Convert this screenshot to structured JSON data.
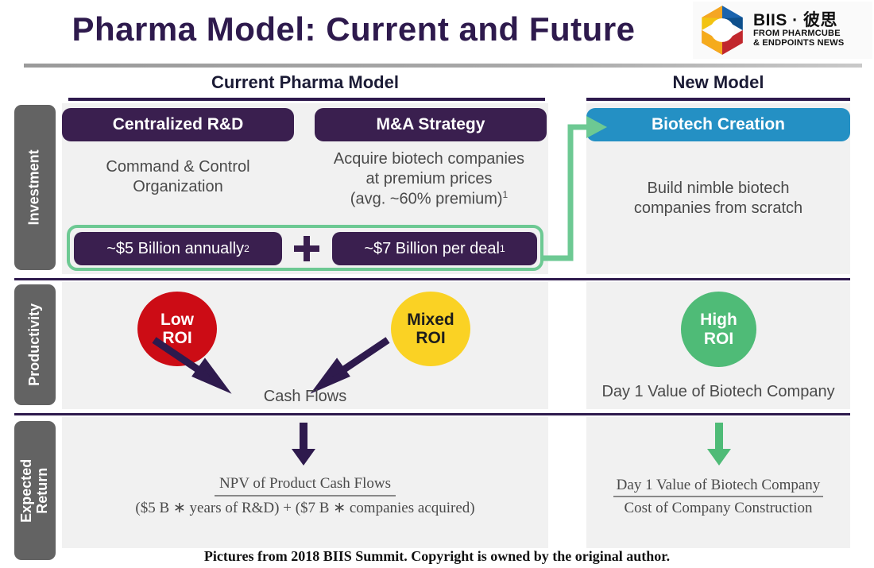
{
  "header": {
    "title": "Pharma Model: Current and Future",
    "logo": {
      "main": "BIIS · 彼思",
      "sub1": "FROM PHARMCUBE",
      "sub2": "& ENDPOINTS NEWS"
    }
  },
  "columns": {
    "current": "Current Pharma Model",
    "new": "New Model"
  },
  "side_tabs": {
    "investment": "Investment",
    "productivity": "Productivity",
    "expected_return": "Expected\nReturn",
    "expected_return_line1": "Expected",
    "expected_return_line2": "Return"
  },
  "investment": {
    "rnd": {
      "title": "Centralized R&D",
      "desc_line1": "Command & Control",
      "desc_line2": "Organization",
      "money": "~$5 Billion annually",
      "money_footnote": "2"
    },
    "ma": {
      "title": "M&A Strategy",
      "desc_line1": "Acquire biotech companies",
      "desc_line2": "at premium prices",
      "desc_line3": "(avg. ~60% premium)",
      "desc_footnote": "1",
      "money": "~$7 Billion per deal",
      "money_footnote": "1"
    },
    "plus": "➕",
    "biotech": {
      "title": "Biotech Creation",
      "desc_line1": "Build nimble biotech",
      "desc_line2": "companies from scratch"
    }
  },
  "productivity": {
    "low_roi_line1": "Low",
    "low_roi_line2": "ROI",
    "mixed_roi_line1": "Mixed",
    "mixed_roi_line2": "ROI",
    "high_roi_line1": "High",
    "high_roi_line2": "ROI",
    "cash_flows_label": "Cash Flows",
    "day1_label": "Day 1 Value of Biotech Company"
  },
  "expected_return": {
    "left_numerator": "NPV of Product Cash Flows",
    "left_denominator": "($5 B  ∗  years of R&D) + ($7 B ∗ companies acquired)",
    "right_numerator": "Day 1 Value of Biotech Company",
    "right_denominator": "Cost of Company Construction"
  },
  "footer": {
    "text": "Pictures from 2018 BIIS Summit. Copyright is owned by the original author."
  },
  "colors": {
    "dark_purple": "#3a1f4f",
    "title_purple": "#2e1a4d",
    "blue": "#2490c4",
    "green": "#6dc993",
    "green_circle": "#4fbb77",
    "red": "#cc0c15",
    "yellow": "#fad224",
    "gray_tab": "#636363",
    "panel_gray": "#f1f1f1",
    "arrow_navy": "#2e1a4d"
  }
}
